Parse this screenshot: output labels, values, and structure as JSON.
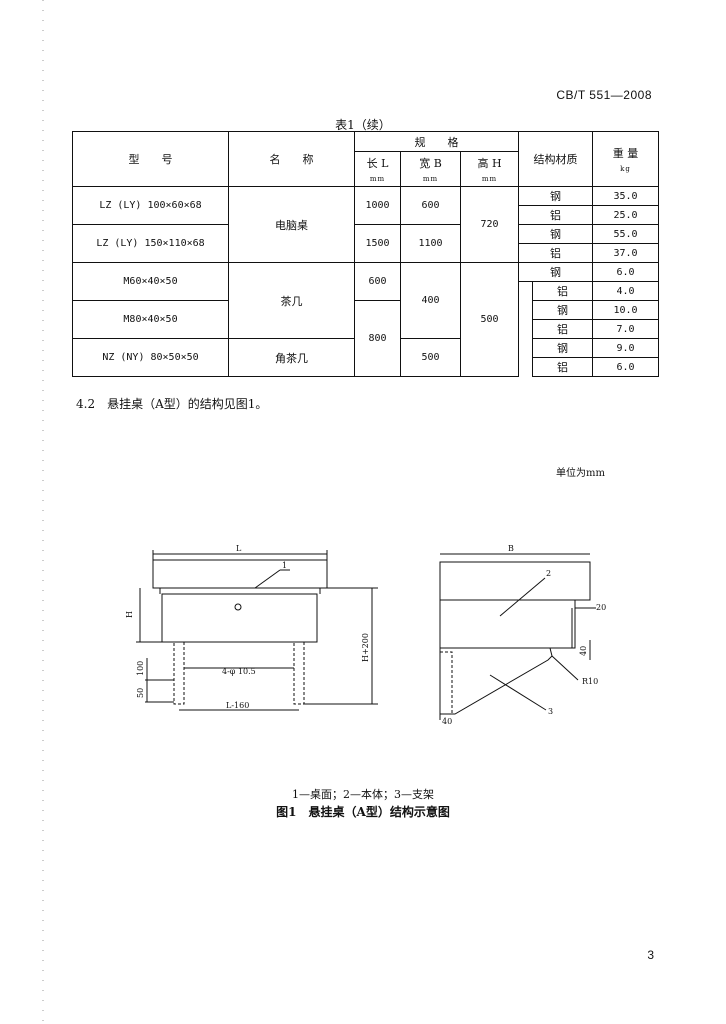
{
  "header": {
    "standard_code": "CB/T 551—2008"
  },
  "table": {
    "caption": "表1（续）",
    "headers": {
      "model": "型　　号",
      "name": "名　　称",
      "spec": "规　　格",
      "length": "长 L",
      "width": "宽 B",
      "height": "高 H",
      "unit": "mm",
      "material": "结构材质",
      "weight": "重 量",
      "weight_unit": "kg"
    },
    "rows": [
      {
        "model": "LZ (LY) 100×60×68",
        "length": "1000",
        "width": "600"
      },
      {
        "model": "LZ (LY) 150×110×68",
        "length": "1500",
        "width": "1100"
      },
      {
        "model": "M60×40×50",
        "length": "600"
      },
      {
        "model": "M80×40×50",
        "length": "800"
      },
      {
        "model": "NZ (NY) 80×50×50",
        "width": "500"
      }
    ],
    "names": [
      "电脑桌",
      "茶几",
      "角茶几"
    ],
    "shared": {
      "height_desk": "720",
      "height_table": "500",
      "width_table": "400"
    },
    "weights": [
      {
        "material": "钢",
        "weight": "35.0"
      },
      {
        "material": "铝",
        "weight": "25.0"
      },
      {
        "material": "钢",
        "weight": "55.0"
      },
      {
        "material": "铝",
        "weight": "37.0"
      },
      {
        "material": "钢",
        "weight": "6.0"
      },
      {
        "material": "铝",
        "weight": "4.0"
      },
      {
        "material": "钢",
        "weight": "10.0"
      },
      {
        "material": "铝",
        "weight": "7.0"
      },
      {
        "material": "钢",
        "weight": "9.0"
      },
      {
        "material": "铝",
        "weight": "6.0"
      }
    ]
  },
  "section": {
    "text": "4.2　悬挂桌（A型）的结构见图1。"
  },
  "unit_note": "单位为mm",
  "figure": {
    "left": {
      "L": "L",
      "H": "H",
      "callout_1": "1",
      "hole": "4-φ 10.5",
      "dim_100": "100",
      "dim_50": "50",
      "dim_L160": "L-160",
      "dim_H200": "H+200"
    },
    "right": {
      "B": "B",
      "callout_2": "2",
      "callout_3": "3",
      "dim_20": "20",
      "dim_40": "40",
      "R10": "R10",
      "dim_40b": "40"
    }
  },
  "legend": "1—桌面；2—本体；3—支架",
  "caption": "图1　悬挂桌（A型）结构示意图",
  "page_number": "3"
}
